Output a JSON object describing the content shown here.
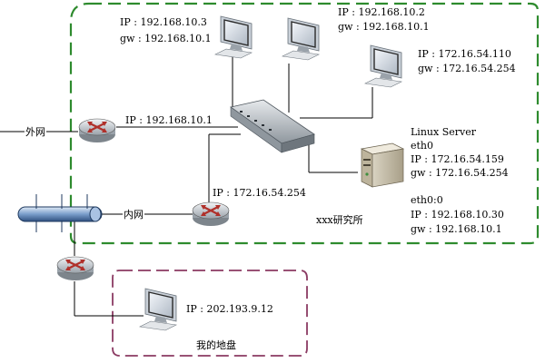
{
  "colors": {
    "institute_zone": "#2e8b2e",
    "home_zone": "#8b3a62",
    "router_body": "#c8cdd2",
    "router_arrow": "#c0392b",
    "switch_body": "#a9b1b8",
    "backbone_pipe": "#7a9ecb"
  },
  "nodes": {
    "pc_top_left": {
      "ip": "IP : 192.168.10.3",
      "gw": "gw : 192.168.10.1"
    },
    "pc_top_mid": {
      "ip": "IP : 192.168.10.2",
      "gw": "gw : 192.168.10.1"
    },
    "pc_right": {
      "ip": "IP : 172.16.54.110",
      "gw": "gw : 172.16.54.254"
    },
    "router_outer": {
      "ip": "IP : 192.168.10.1"
    },
    "router_inner": {
      "ip": "IP : 172.16.54.254"
    },
    "linux_server": {
      "title": "Linux Server",
      "eth0": "eth0",
      "eth0_ip": "IP : 172.16.54.159",
      "eth0_gw": "gw : 172.16.54.254",
      "eth00": "eth0:0",
      "eth00_ip": "IP : 192.168.10.30",
      "eth00_gw": "gw : 192.168.10.1"
    },
    "home_pc": {
      "ip": "IP : 202.193.9.12"
    }
  },
  "labels": {
    "external_net": "外网",
    "internal_net": "内网",
    "institute": "xxx研究所",
    "home": "我的地盘"
  },
  "icons": {
    "router": "router-icon",
    "switch": "switch-icon",
    "pc": "computer-icon",
    "server": "server-icon",
    "backbone": "network-backbone-icon"
  }
}
